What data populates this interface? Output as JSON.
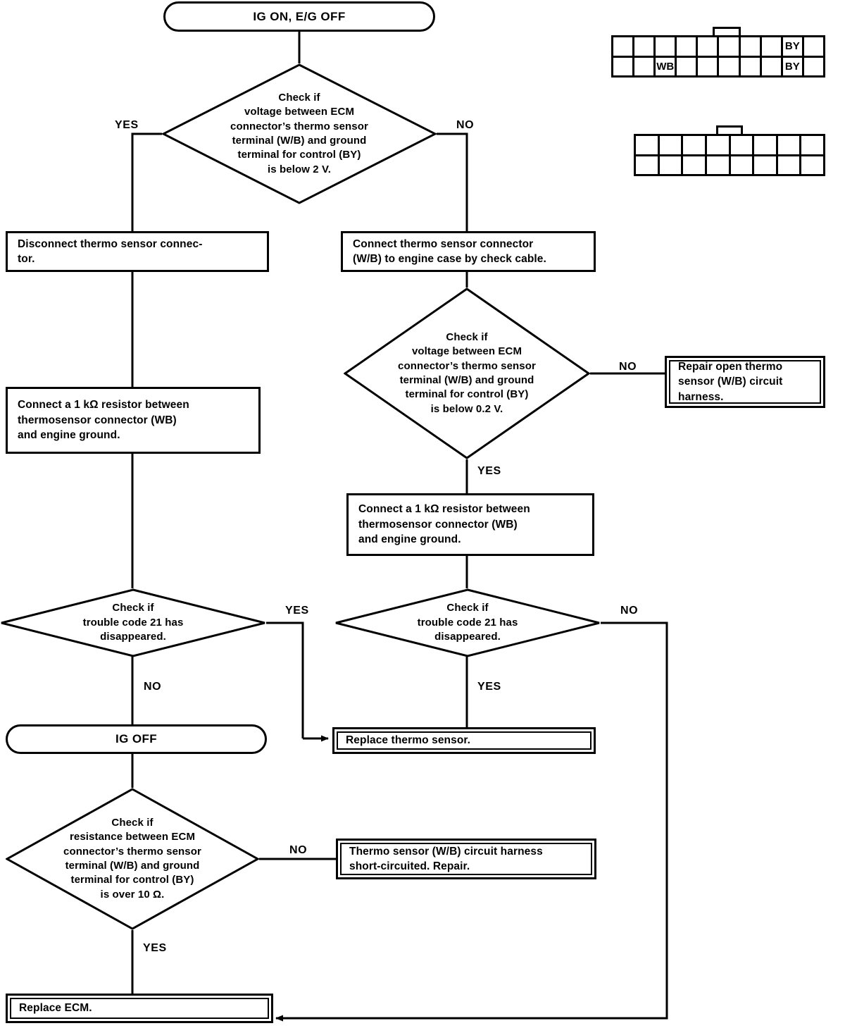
{
  "diagram": {
    "title": "IG ON, E/G OFF thermo sensor trouble code 21 diagnostic flowchart",
    "line_color": "#000000",
    "background": "#ffffff"
  },
  "nodes": {
    "start": {
      "label": "IG ON, E/G OFF"
    },
    "d1": {
      "lines": [
        "Check if",
        "voltage between ECM",
        "connector’s thermo sensor",
        "terminal (W/B) and ground",
        "terminal for control (BY)",
        "is below 2 V."
      ]
    },
    "p_disconnect": {
      "lines": [
        "Disconnect thermo sensor connec-",
        "tor."
      ]
    },
    "p_connect_case": {
      "lines": [
        "Connect thermo sensor connector",
        "(W/B) to engine case by check cable."
      ]
    },
    "d2": {
      "lines": [
        "Check if",
        "voltage between ECM",
        "connector’s thermo sensor",
        "terminal (W/B) and ground",
        "terminal for control (BY)",
        "is below 0.2 V."
      ]
    },
    "r_repair_open": {
      "lines": [
        "Repair open thermo",
        "sensor (W/B) circuit",
        "harness."
      ]
    },
    "p_resistor_left": {
      "lines": [
        "Connect a 1 kΩ resistor between",
        "thermosensor connector (WB)",
        "and engine ground."
      ]
    },
    "p_resistor_right": {
      "lines": [
        "Connect a 1 kΩ resistor between",
        "thermosensor connector (WB)",
        "and engine ground."
      ]
    },
    "d3_left": {
      "lines": [
        "Check if",
        "trouble code 21 has",
        "disappeared."
      ]
    },
    "d3_right": {
      "lines": [
        "Check if",
        "trouble code 21 has",
        "disappeared."
      ]
    },
    "ig_off": {
      "label": "IG OFF"
    },
    "r_replace_sensor": {
      "lines": [
        "Replace thermo sensor."
      ]
    },
    "d4": {
      "lines": [
        "Check if",
        "resistance between ECM",
        "connector’s thermo sensor",
        "terminal (W/B) and ground",
        "terminal for control (BY)",
        "is over 10 Ω."
      ]
    },
    "r_short": {
      "lines": [
        "Thermo sensor (W/B) circuit harness",
        "short-circuited.  Repair."
      ]
    },
    "r_replace_ecm": {
      "lines": [
        "Replace ECM."
      ]
    }
  },
  "branch_labels": {
    "d1_yes": "YES",
    "d1_no": "NO",
    "d2_no": "NO",
    "d2_yes": "YES",
    "d3_left_yes": "YES",
    "d3_left_no": "NO",
    "d3_right_no": "NO",
    "d3_right_yes": "YES",
    "d4_no": "NO",
    "d4_yes": "YES"
  },
  "connectors": [
    {
      "name": "ecm-connector-upper",
      "columns": 10,
      "rows": 2,
      "cells": [
        [
          "",
          "",
          "",
          "",
          "",
          "",
          "",
          "",
          "BY",
          ""
        ],
        [
          "",
          "",
          "WB",
          "",
          "",
          "",
          "",
          "",
          "BY",
          ""
        ]
      ]
    },
    {
      "name": "ecm-connector-lower",
      "columns": 8,
      "rows": 2,
      "cells": [
        [
          "",
          "",
          "",
          "",
          "",
          "",
          "",
          ""
        ],
        [
          "",
          "",
          "",
          "",
          "",
          "",
          "",
          ""
        ]
      ]
    }
  ]
}
